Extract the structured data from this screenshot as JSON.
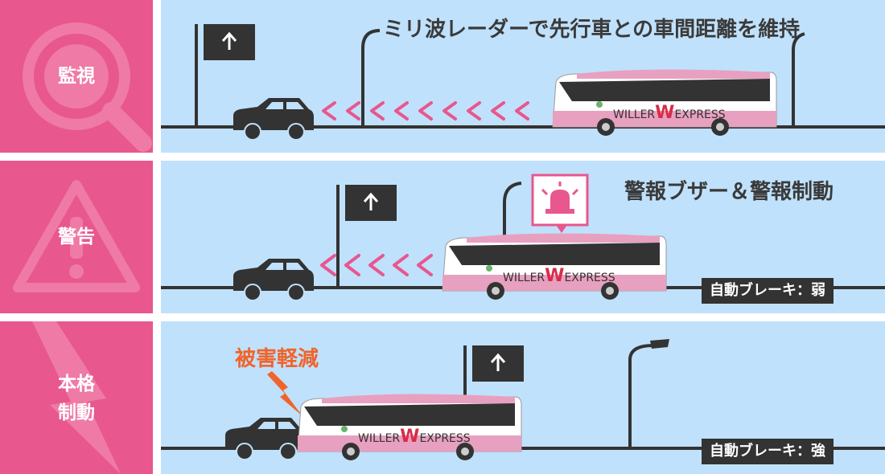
{
  "colors": {
    "stage_pink": "#e8578e",
    "stage_pink_light": "#ef7aa6",
    "sky": "#c0e1fb",
    "road": "#333333",
    "chevron": "#e8578e",
    "bus_pink": "#e8a0c0",
    "damage_orange": "#f0642c"
  },
  "stages": [
    {
      "label_lines": [
        "監視"
      ],
      "icon": "magnifier-icon",
      "caption": "ミリ波レーダーで先行車との車間距離を維持",
      "brake": "",
      "damage": "",
      "chevron_count": 9
    },
    {
      "label_lines": [
        "警告"
      ],
      "icon": "warning-triangle-icon",
      "caption": "警報ブザー＆警報制動",
      "brake": "自動ブレーキ：弱",
      "damage": "",
      "chevron_count": 5,
      "alert_icon": "siren-icon"
    },
    {
      "label_lines": [
        "本格",
        "制動"
      ],
      "icon": "lightning-icon",
      "caption": "",
      "brake": "自動ブレーキ：強",
      "damage": "被害軽減",
      "chevron_count": 0,
      "impact_icon": "impact-bolt-icon"
    }
  ],
  "bus": {
    "logo_left": "WILLER",
    "logo_mark": "W",
    "logo_right": "EXPRESS"
  },
  "sign_icon": "up-arrow-icon"
}
